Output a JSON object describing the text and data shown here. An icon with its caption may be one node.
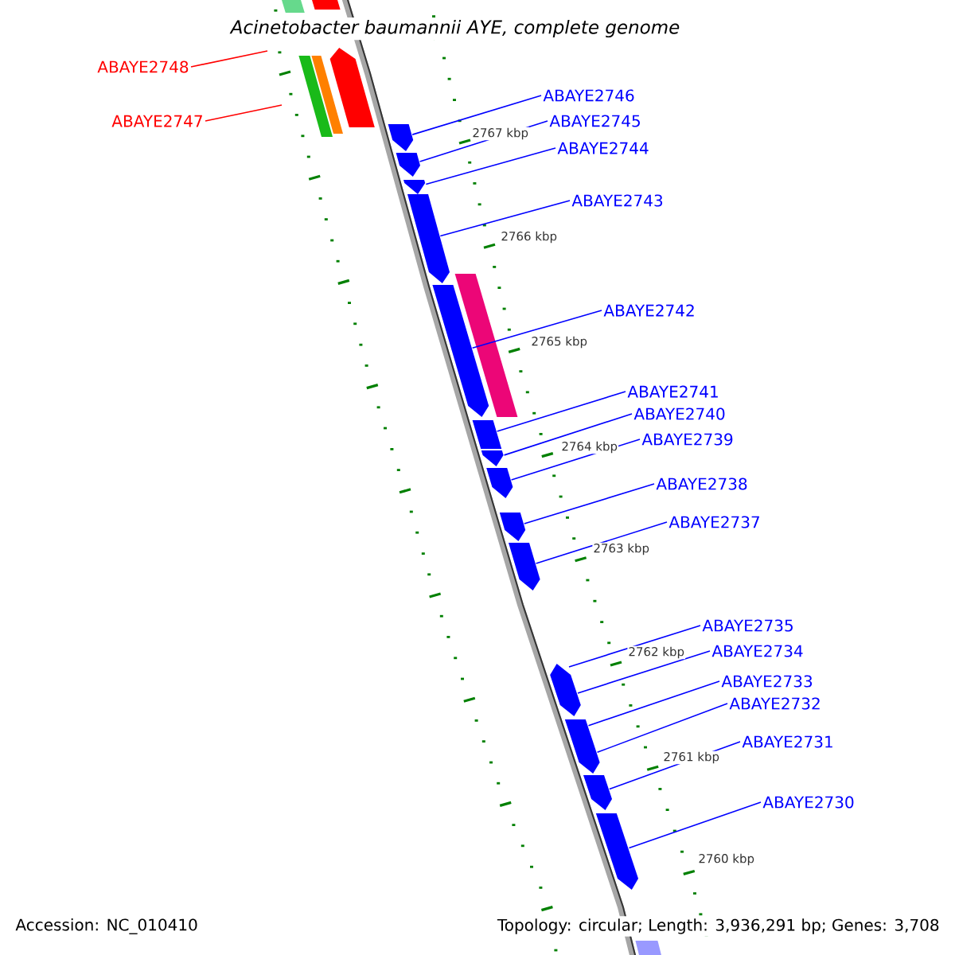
{
  "diagram": {
    "title": "Acinetobacter baumannii AYE, complete genome",
    "nodes": [
      {
        "text": [
          "ABAYE2748"
        ]
      },
      {
        "text": [
          "ABAYE2746"
        ]
      },
      {
        "text": [
          "ABAYE2745"
        ]
      },
      {
        "text": [
          "ABAYE2747"
        ]
      },
      {
        "text": [
          "ABAYE2744"
        ]
      },
      {
        "text": [
          "ABAYE2743"
        ]
      },
      {
        "text": [
          "ABAYE2742"
        ]
      },
      {
        "text": [
          "ABAYE2741"
        ]
      },
      {
        "text": [
          "ABAYE2740"
        ]
      },
      {
        "text": [
          "ABAYE2739"
        ]
      },
      {
        "text": [
          "ABAYE2738"
        ]
      },
      {
        "text": [
          "ABAYE2737"
        ]
      },
      {
        "text": [
          "ABAYE2735"
        ]
      },
      {
        "text": [
          "ABAYE2734"
        ]
      },
      {
        "text": [
          "ABAYE2733"
        ]
      },
      {
        "text": [
          "ABAYE2732"
        ]
      },
      {
        "text": [
          "ABAYE2731"
        ]
      },
      {
        "text": [
          "ABAYE2730"
        ]
      },
      {
        "text": [],
        "shape": "bar"
      },
      {
        "text": [],
        "shape": "bar"
      },
      {
        "text": [],
        "shape": "bar"
      },
      {
        "text": [],
        "shape": "bar"
      },
      {
        "text": [],
        "shape": "arrow"
      },
      {
        "text": [],
        "shape": "arrow"
      },
      {
        "text": [],
        "shape": "arrow"
      },
      {
        "text": [],
        "shape": "arrow"
      },
      {
        "text": [],
        "shape": "arrow"
      },
      {
        "text": [],
        "shape": "bar"
      },
      {
        "text": [],
        "shape": "arrow"
      },
      {
        "text": [],
        "shape": "bar"
      },
      {
        "text": [],
        "shape": "arrow"
      },
      {
        "text": [],
        "shape": "arrow"
      },
      {
        "text": [],
        "shape": "arrow"
      },
      {
        "text": [],
        "shape": "arrow"
      },
      {
        "text": [],
        "shape": "arrow"
      },
      {
        "text": [],
        "shape": "arrow"
      },
      {
        "text": [],
        "shape": "bar"
      },
      {
        "text": [],
        "shape": "arrow"
      },
      {
        "text": [],
        "shape": "arrow"
      },
      {
        "text": [],
        "shape": "arrow"
      },
      {
        "text": [],
        "shape": "bar"
      }
    ],
    "edges": [
      {
        "from": 0,
        "to": null,
        "arrow": "none",
        "color": "#ff0000"
      },
      {
        "from": 1,
        "to": 23,
        "arrow": "none"
      },
      {
        "from": 2,
        "to": 24,
        "arrow": "none"
      },
      {
        "from": 3,
        "to": null,
        "arrow": "none",
        "color": "#ff0000"
      },
      {
        "from": 4,
        "to": 25,
        "arrow": "none"
      },
      {
        "from": 5,
        "to": 26,
        "arrow": "none"
      },
      {
        "from": 6,
        "to": 28,
        "arrow": "none"
      },
      {
        "from": 7,
        "to": 29,
        "arrow": "none"
      },
      {
        "from": 8,
        "to": 30,
        "arrow": "none"
      },
      {
        "from": 9,
        "to": 31,
        "arrow": "none"
      },
      {
        "from": 10,
        "to": 32,
        "arrow": "none"
      },
      {
        "from": 11,
        "to": 33,
        "arrow": "none"
      },
      {
        "from": 12,
        "to": 34,
        "arrow": "none"
      },
      {
        "from": 13,
        "to": 35,
        "arrow": "none"
      },
      {
        "from": 14,
        "to": 36,
        "arrow": "none"
      },
      {
        "from": 15,
        "to": 37,
        "arrow": "none"
      },
      {
        "from": 16,
        "to": 38,
        "arrow": "none"
      },
      {
        "from": 17,
        "to": 39,
        "arrow": "none"
      }
    ],
    "labels": [
      "2767 kbp",
      "2766 kbp",
      "2765 kbp",
      "2764 kbp",
      "2763 kbp",
      "2762 kbp",
      "2761 kbp",
      "2760 kbp",
      "Accession: NC_010410",
      "Topology: circular; Length: 3,936,291 bp; Genes: 3,708"
    ]
  }
}
